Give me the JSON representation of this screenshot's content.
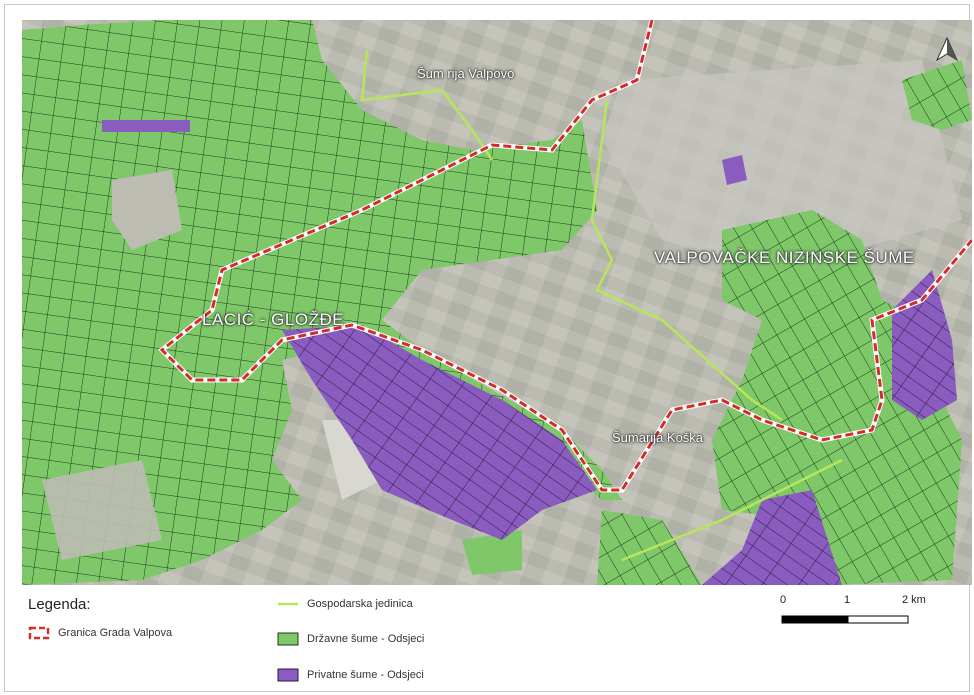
{
  "map": {
    "labels": {
      "sumarija_valpovo": "Šum rija Valpovo",
      "sumarija_koska": "Šumarija Koška",
      "valpovacke": "VALPOVAČKE NIZINSKE ŠUME",
      "lacici_glozde": "LACIĆ - GLOŽĐE"
    },
    "north_arrow_icon": "north-arrow-icon",
    "colors": {
      "state_forest": "#7ec86a",
      "private_forest": "#8a5cc0",
      "boundary": "#d62b2b",
      "management_unit": "#b8e65a",
      "parcel_lines": "#1d3a1a",
      "basemap": "#b9b9b0"
    }
  },
  "legend": {
    "title": "Legenda:",
    "items": [
      {
        "label": "Granica Grada Valpova",
        "symbol": "boundary-dashed"
      },
      {
        "label": "Gospodarska jedinica",
        "symbol": "line"
      },
      {
        "label": "Državne šume - Odsjeci",
        "symbol": "fill-green"
      },
      {
        "label": "Privatne šume - Odsjeci",
        "symbol": "fill-purple"
      }
    ],
    "scale": {
      "ticks": [
        "0",
        "1",
        "2 km"
      ]
    }
  }
}
